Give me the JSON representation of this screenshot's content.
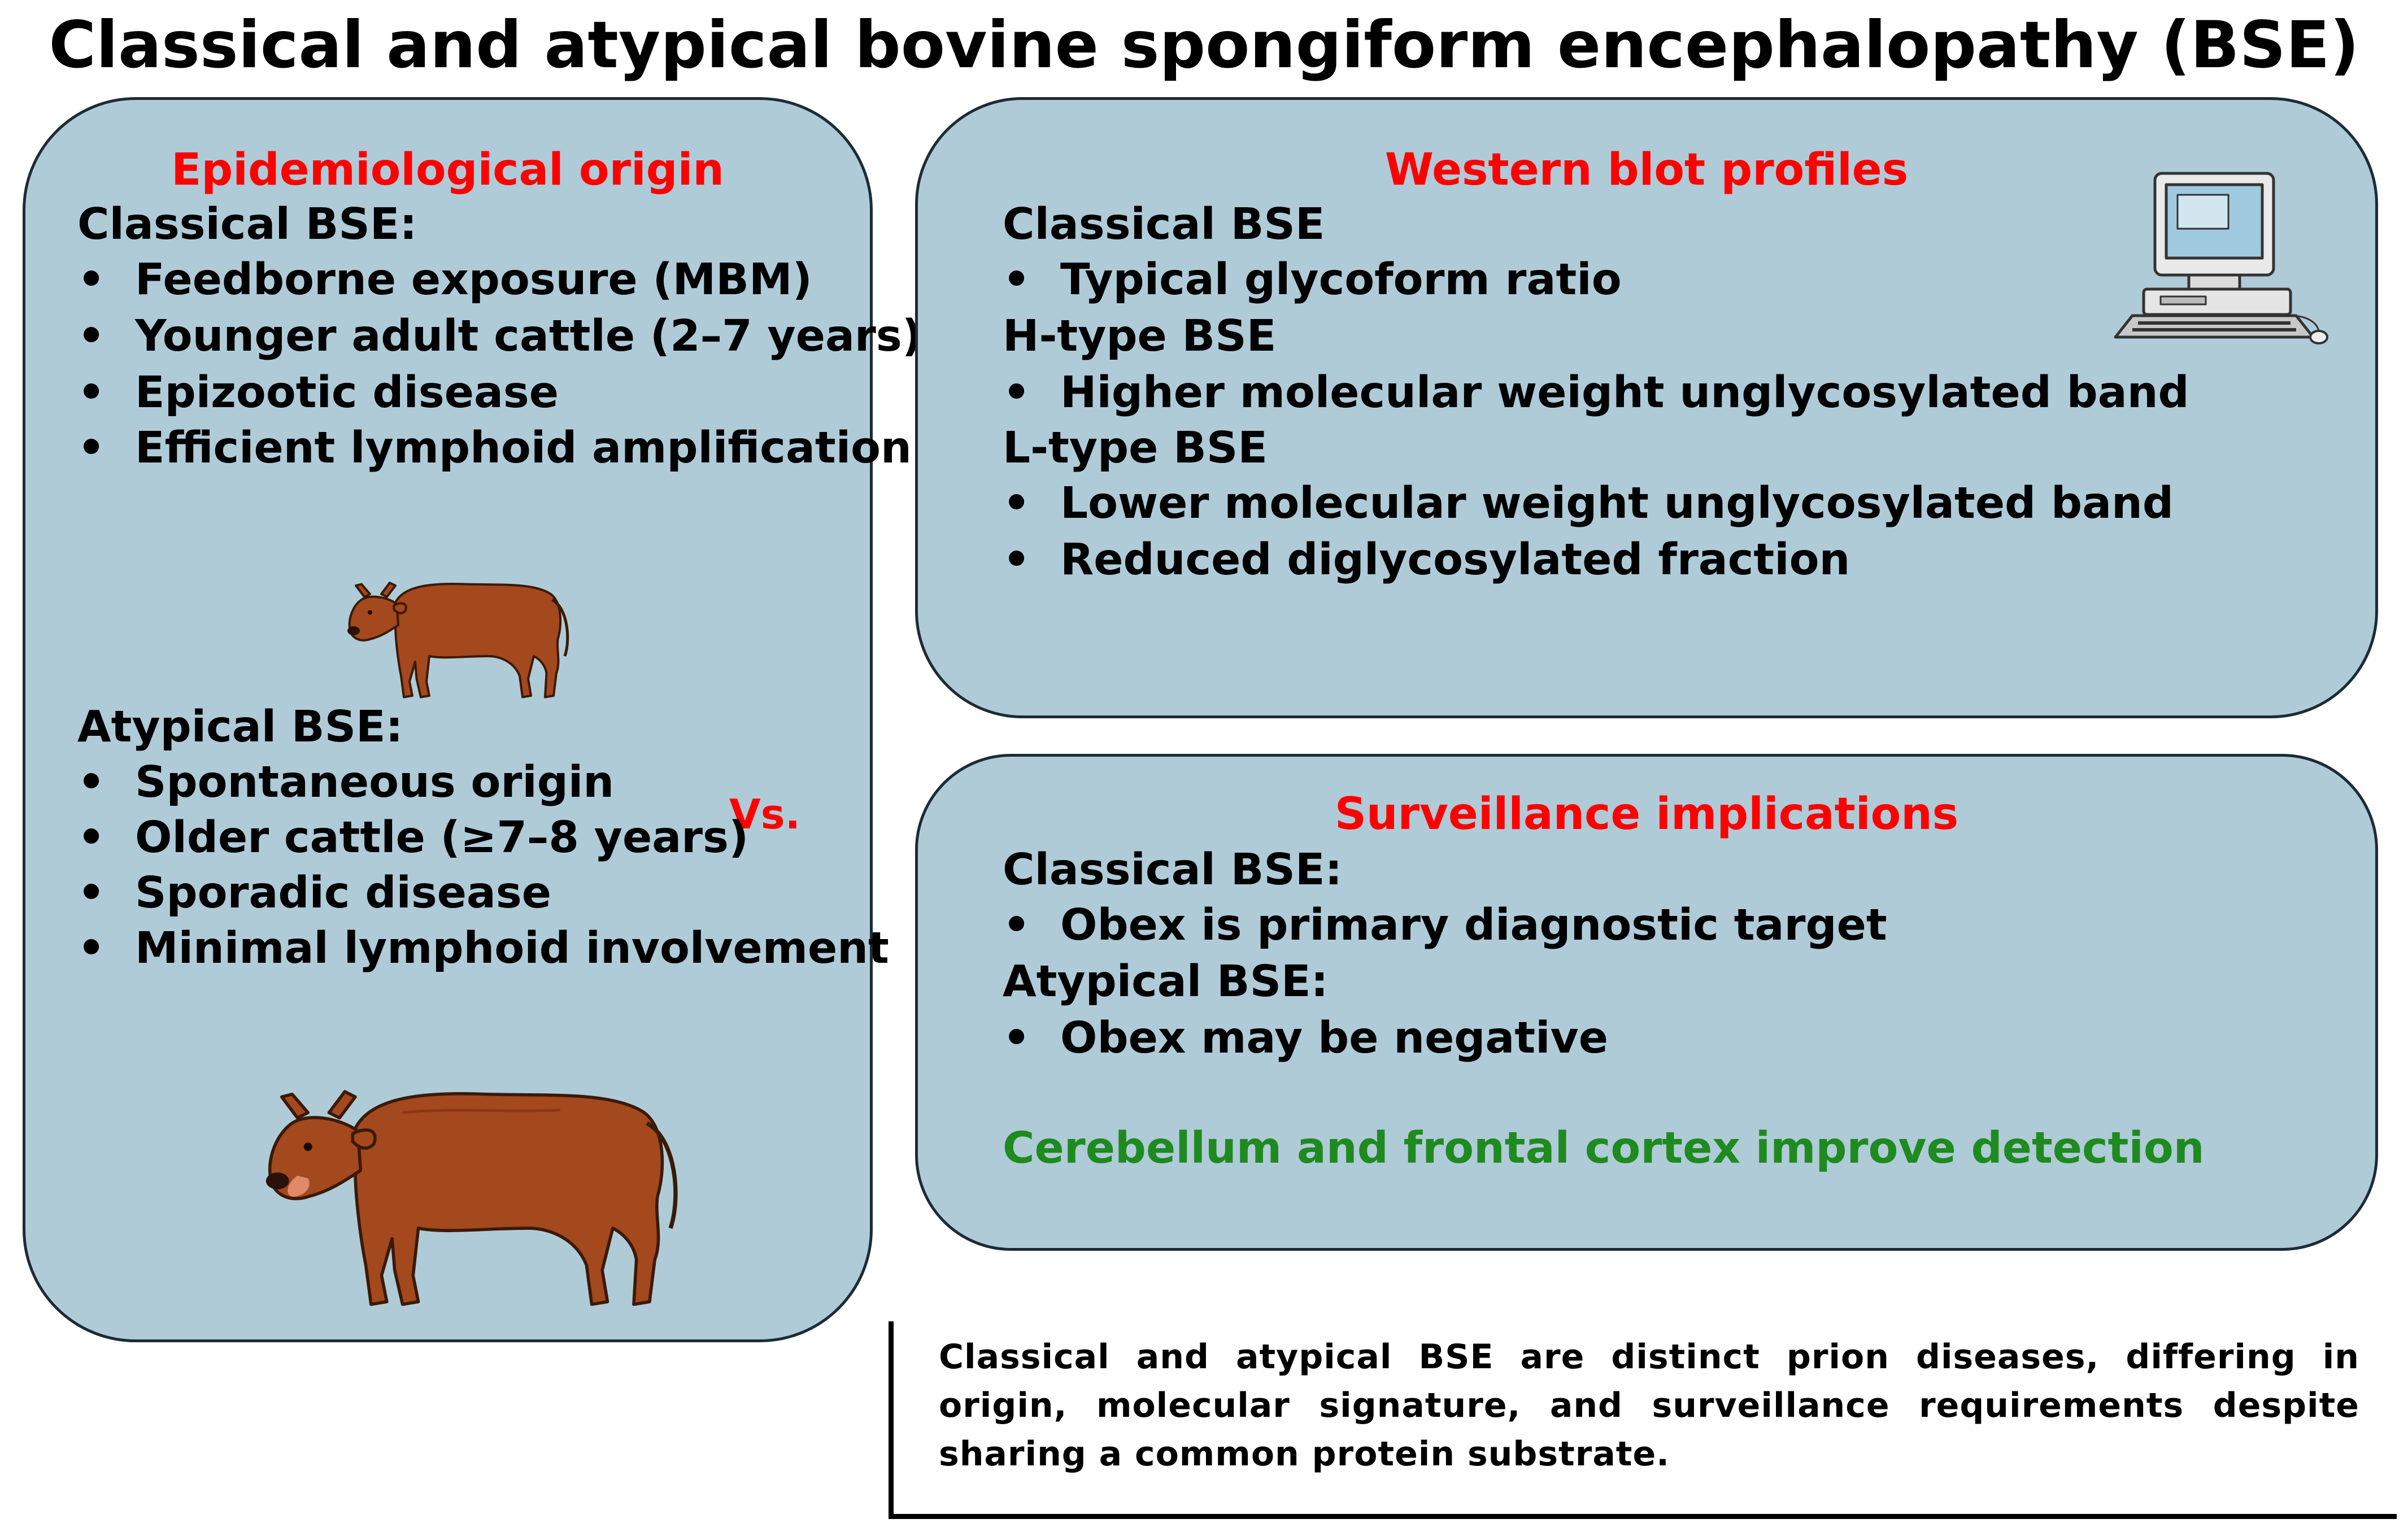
{
  "title": "Classical and atypical bovine spongiform encephalopathy (BSE)",
  "left_panel": {
    "title": "Epidemiological origin",
    "classical_heading": "Classical BSE:",
    "classical_items": [
      "Feedborne exposure (MBM)",
      "Younger adult cattle (2–7 years)",
      "Epizootic disease",
      "Efficient lymphoid amplification"
    ],
    "vs_label": "Vs.",
    "atypical_heading": "Atypical BSE:",
    "atypical_items": [
      "Spontaneous origin",
      "Older cattle (≥7–8 years)",
      "Sporadic disease",
      "Minimal lymphoid involvement"
    ]
  },
  "western_blot_panel": {
    "title": "Western blot profiles",
    "classical_heading": "Classical BSE",
    "classical_items": [
      "Typical glycoform ratio"
    ],
    "htype_heading": "H-type BSE",
    "htype_items": [
      "Higher molecular weight unglycosylated band"
    ],
    "ltype_heading": "L-type BSE",
    "ltype_items": [
      "Lower molecular weight unglycosylated band",
      "Reduced diglycosylated fraction"
    ]
  },
  "surveillance_panel": {
    "title": "Surveillance implications",
    "classical_heading": "Classical BSE:",
    "classical_items": [
      "Obex is primary diagnostic target"
    ],
    "atypical_heading": "Atypical BSE:",
    "atypical_items": [
      "Obex may be negative"
    ],
    "highlight": "Cerebellum and frontal cortex improve detection"
  },
  "bullet_symbol": "•",
  "note": "Classical and atypical BSE are distinct prion diseases, differing in origin, molecular signature, and surveillance requirements despite sharing a common protein substrate.",
  "colors": {
    "panel_fill": "#afcbd7",
    "panel_border": "#1c2b35",
    "heading_red": "#ff0000",
    "highlight_green": "#1f8a1f",
    "cow_brown": "#a4481d"
  },
  "icons": [
    "cow-icon-small",
    "cow-icon-large",
    "computer-icon"
  ]
}
